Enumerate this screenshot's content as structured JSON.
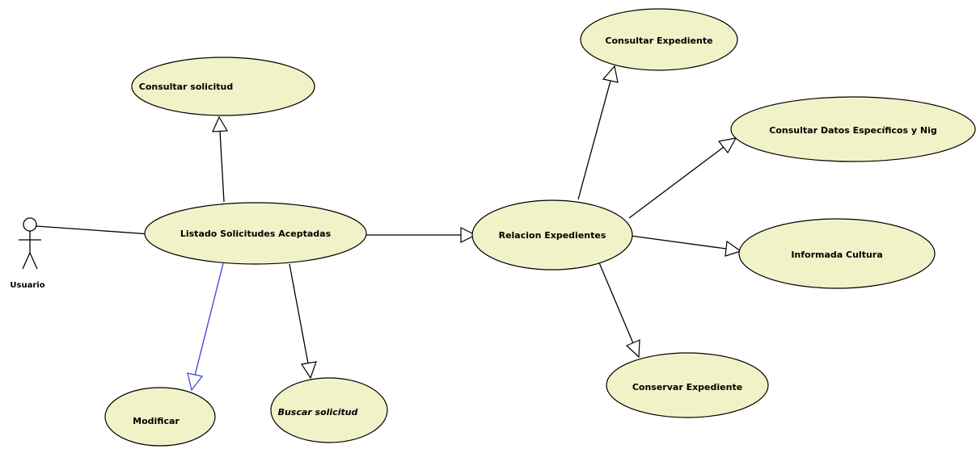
{
  "colors": {
    "usecase_fill": "#f2f2c8",
    "line": "#000000",
    "extend_line": "#3b3bd6",
    "background": "#ffffff"
  },
  "actor": {
    "label": "Usuario"
  },
  "use_cases": {
    "consultar_solicitud": "Consultar solicitud",
    "listado": "Listado Solicitudes Aceptadas",
    "modificar": "Modificar",
    "buscar_solicitud": "Buscar solicitud",
    "relacion": "Relacion Expedientes",
    "consultar_expediente": "Consultar Expediente",
    "consultar_datos": "Consultar Datos Específicos y Nig",
    "informada_cultura": "Informada Cultura",
    "conservar_expediente": "Conservar Expediente"
  }
}
